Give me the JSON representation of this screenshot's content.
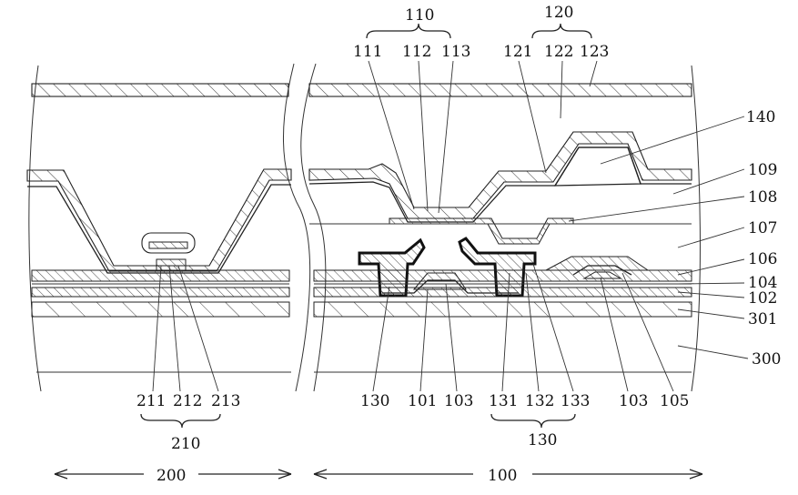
{
  "labels": {
    "l110": "110",
    "l120": "120",
    "l111": "111",
    "l112": "112",
    "l113": "113",
    "l121": "121",
    "l122": "122",
    "l123": "123",
    "l140": "140",
    "l109": "109",
    "l108": "108",
    "l107": "107",
    "l106": "106",
    "l104": "104",
    "l102": "102",
    "l301": "301",
    "l300": "300",
    "b211": "211",
    "b212": "212",
    "b213": "213",
    "b210": "210",
    "b130a": "130",
    "b101": "101",
    "b103a": "103",
    "b131": "131",
    "b132": "132",
    "b133": "133",
    "b130b": "130",
    "b103b": "103",
    "b105": "105"
  },
  "regions": {
    "left": "200",
    "right": "100"
  },
  "colors": {
    "line": "#222222",
    "hatch": "#333333",
    "background": "#ffffff"
  }
}
